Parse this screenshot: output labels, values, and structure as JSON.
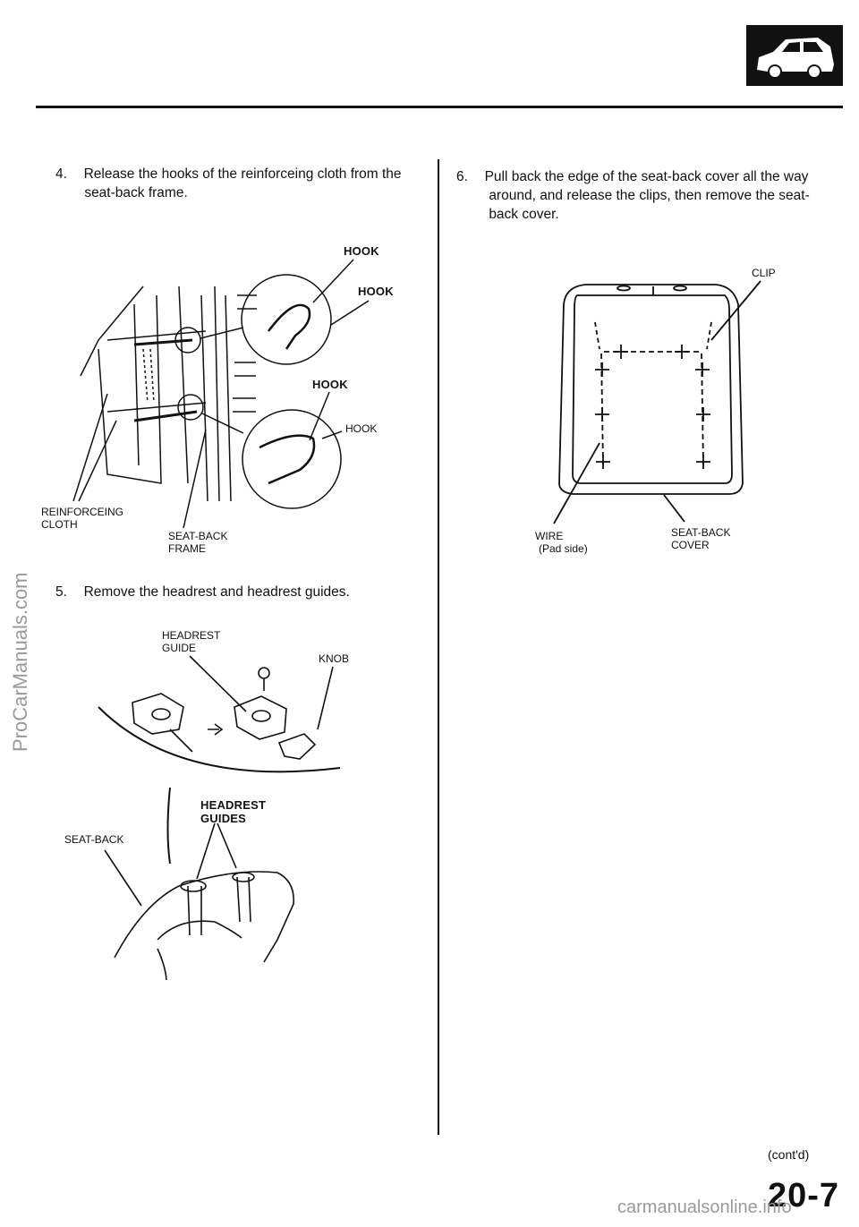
{
  "header": {
    "section_icon": "car-silhouette-icon"
  },
  "steps": {
    "s4": {
      "number": "4.",
      "line1": "Release the hooks of the reinforceing cloth from the",
      "line2": "seat-back frame."
    },
    "s5": {
      "number": "5.",
      "text": "Remove the headrest and headrest guides."
    },
    "s6": {
      "number": "6.",
      "line1": "Pull back the edge of the seat-back cover all the way",
      "line2": "around, and release the clips, then remove the seat-",
      "line3": "back cover."
    }
  },
  "labels": {
    "hook1": "HOOK",
    "hook2": "HOOK",
    "hook3": "HOOK",
    "hook4": "HOOK",
    "reinforcing_cloth_1": "REINFORCEING",
    "reinforcing_cloth_2": "CLOTH",
    "seatback_frame_1": "SEAT-BACK",
    "seatback_frame_2": "FRAME",
    "clip": "CLIP",
    "wire": "WIRE",
    "pad_side": "(Pad side)",
    "seatback_cover_1": "SEAT-BACK",
    "seatback_cover_2": "COVER",
    "headrest_guide_1": "HEADREST",
    "headrest_guide_2": "GUIDE",
    "knob": "KNOB",
    "headrest_guides_1": "HEADREST",
    "headrest_guides_2": "GUIDES",
    "seatback": "SEAT-BACK"
  },
  "footer": {
    "contd": "(cont'd)",
    "page_number": "20-7"
  },
  "watermarks": {
    "side": "ProCarManuals.com",
    "bottom": "carmanualsonline.info"
  }
}
